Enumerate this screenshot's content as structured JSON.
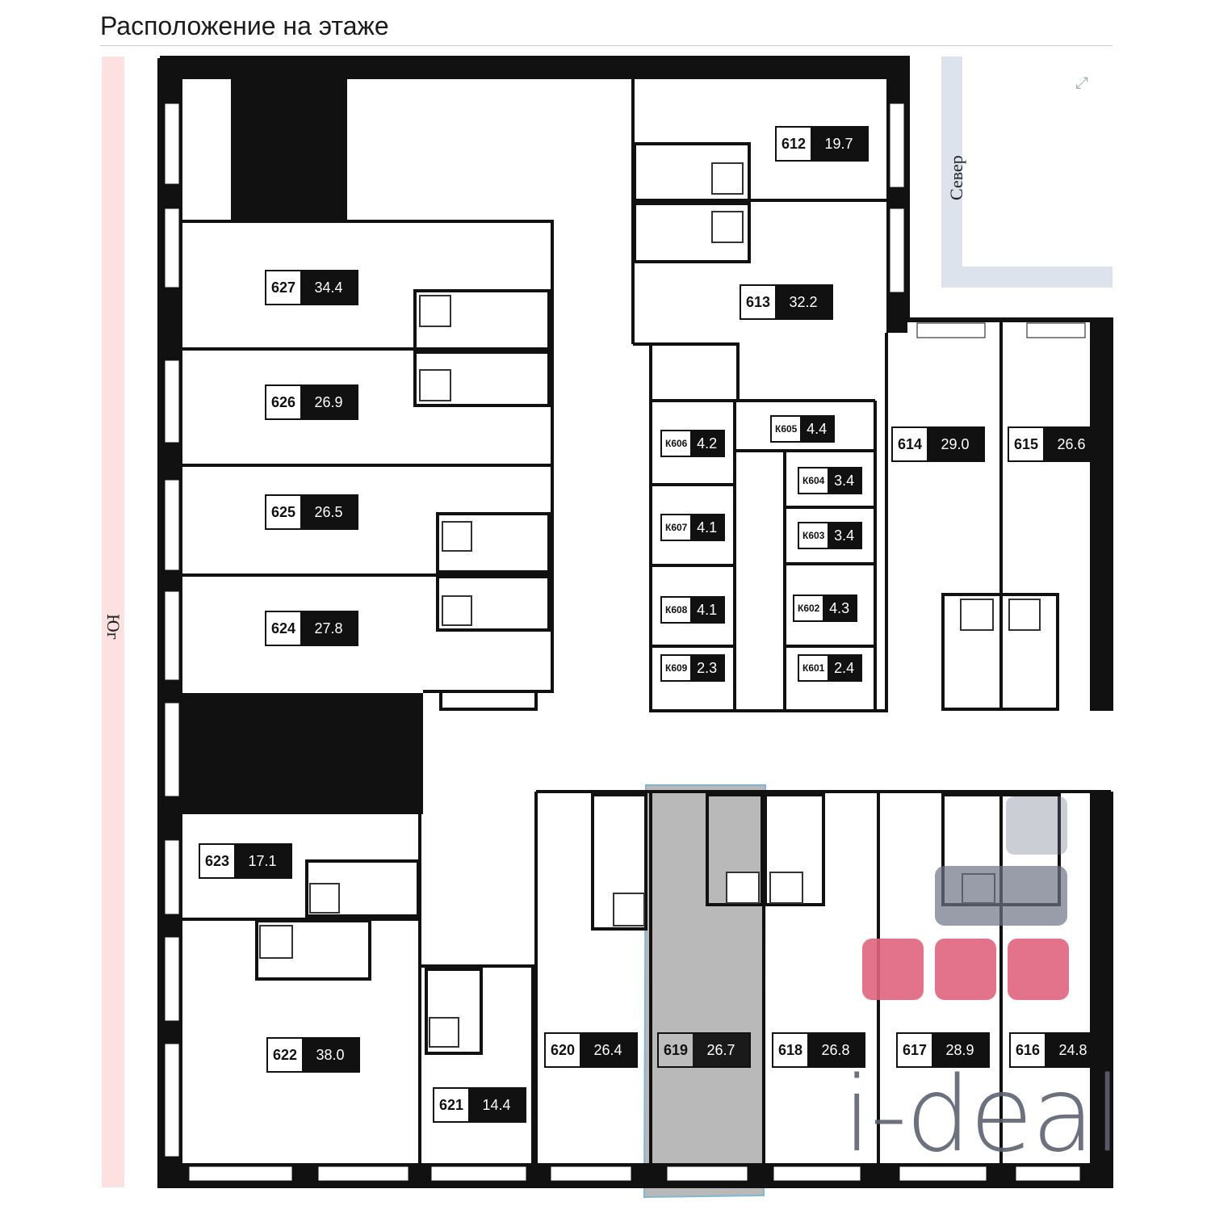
{
  "page": {
    "title": "Расположение на этаже"
  },
  "compass": {
    "south": "Юг",
    "north": "Север"
  },
  "watermark": "i-deal",
  "colors": {
    "wall": "#111111",
    "selected": "#b9b9b9",
    "selected_outline": "#7fb6d3",
    "marker_pink": "#e0647e",
    "marker_slate": "#6e7386",
    "south_strip": "#fde0e0",
    "north_strip": "#dce3ec"
  },
  "apartments": [
    {
      "number": "612",
      "area": "19.7"
    },
    {
      "number": "613",
      "area": "32.2"
    },
    {
      "number": "614",
      "area": "29.0"
    },
    {
      "number": "615",
      "area": "26.6"
    },
    {
      "number": "627",
      "area": "34.4"
    },
    {
      "number": "626",
      "area": "26.9"
    },
    {
      "number": "625",
      "area": "26.5"
    },
    {
      "number": "624",
      "area": "27.8"
    },
    {
      "number": "623",
      "area": "17.1"
    },
    {
      "number": "622",
      "area": "38.0"
    },
    {
      "number": "621",
      "area": "14.4"
    },
    {
      "number": "620",
      "area": "26.4"
    },
    {
      "number": "619",
      "area": "26.7",
      "selected": true
    },
    {
      "number": "618",
      "area": "26.8"
    },
    {
      "number": "617",
      "area": "28.9"
    },
    {
      "number": "616",
      "area": "24.8"
    }
  ],
  "storage": [
    {
      "number": "К606",
      "area": "4.2"
    },
    {
      "number": "К605",
      "area": "4.4"
    },
    {
      "number": "К604",
      "area": "3.4"
    },
    {
      "number": "К607",
      "area": "4.1"
    },
    {
      "number": "К603",
      "area": "3.4"
    },
    {
      "number": "К608",
      "area": "4.1"
    },
    {
      "number": "К602",
      "area": "4.3"
    },
    {
      "number": "К609",
      "area": "2.3"
    },
    {
      "number": "К601",
      "area": "2.4"
    }
  ]
}
